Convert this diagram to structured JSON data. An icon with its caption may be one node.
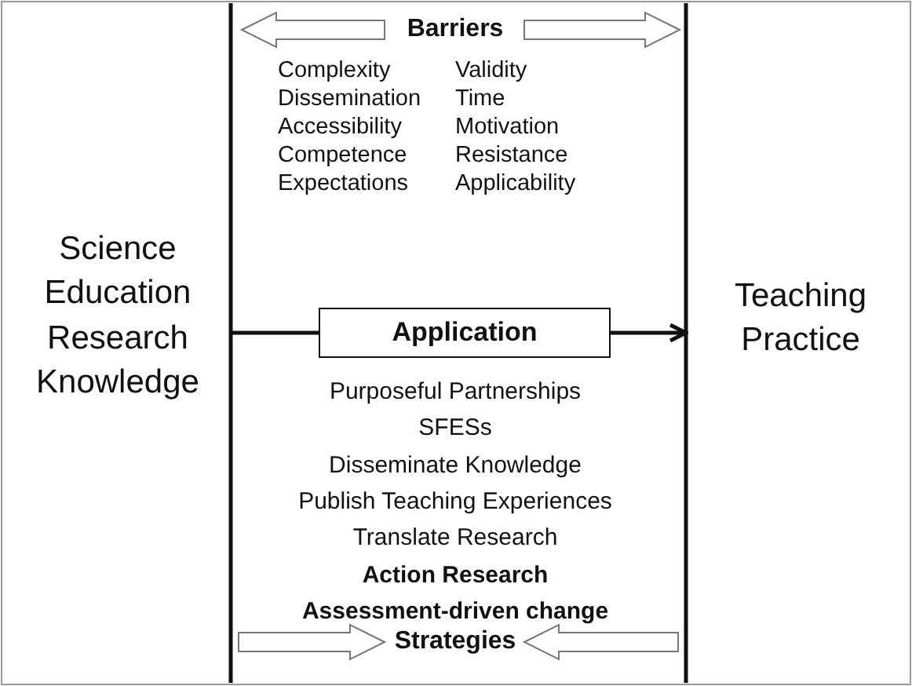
{
  "diagram": {
    "nodes": [
      {
        "text": [
          "Science Education Research Knowledge"
        ]
      },
      {
        "text": [
          "Application"
        ]
      },
      {
        "text": [
          "Teaching Practice"
        ]
      }
    ],
    "edges": [
      {
        "from": 0,
        "to": 1,
        "arrow": "none"
      },
      {
        "from": 1,
        "to": 2,
        "arrow": "to"
      }
    ],
    "labels": [
      "Barriers",
      "Complexity",
      "Validity",
      "Dissemination",
      "Time",
      "Accessibility",
      "Motivation",
      "Competence",
      "Resistance",
      "Expectations",
      "Applicability",
      "Purposeful Partnerships",
      "SFESs",
      "Disseminate Knowledge",
      "Publish Teaching Experiences",
      "Translate Research",
      "Action Research",
      "Assessment-driven change",
      "Strategies"
    ]
  }
}
